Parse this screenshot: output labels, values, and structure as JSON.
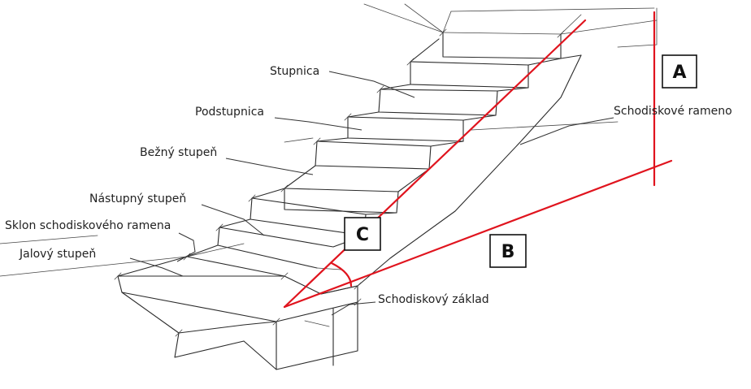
{
  "labels": {
    "stupnica": "Stupnica",
    "podstupnica": "Podstupnica",
    "bezny_stupen": "Bežný stupeň",
    "nastupny_stupen": "Nástupný stupeň",
    "sklon": "Sklon schodiskového ramena",
    "jalovy_stupen": "Jalový stupeň",
    "schodiskove_rameno": "Schodiskové rameno",
    "schodiskovy_zaklad": "Schodiskový základ"
  },
  "markers": {
    "a": "A",
    "b": "B",
    "c": "C"
  },
  "colors": {
    "accent_line": "#e0141e",
    "sketch": "#2a2a2a"
  }
}
